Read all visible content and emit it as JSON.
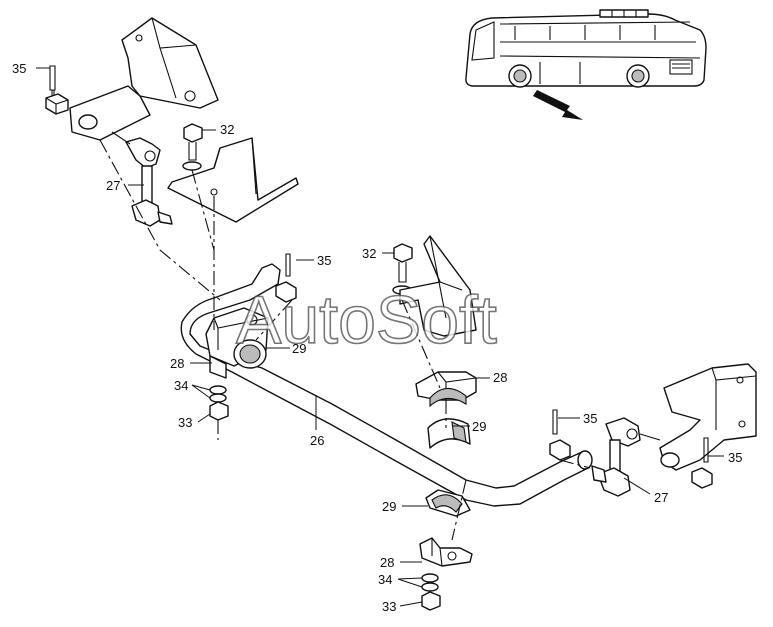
{
  "watermark": "AutoSoft",
  "callouts": {
    "c35a": "35",
    "c32a": "32",
    "c27a": "27",
    "c35b": "35",
    "c32b": "32",
    "c28a": "28",
    "c29a": "29",
    "c34a": "34",
    "c33a": "33",
    "c26": "26",
    "c28b": "28",
    "c29b": "29",
    "c35c": "35",
    "c35d": "35",
    "c27b": "27",
    "c29c": "29",
    "c28c": "28",
    "c34b": "34",
    "c33b": "33"
  }
}
